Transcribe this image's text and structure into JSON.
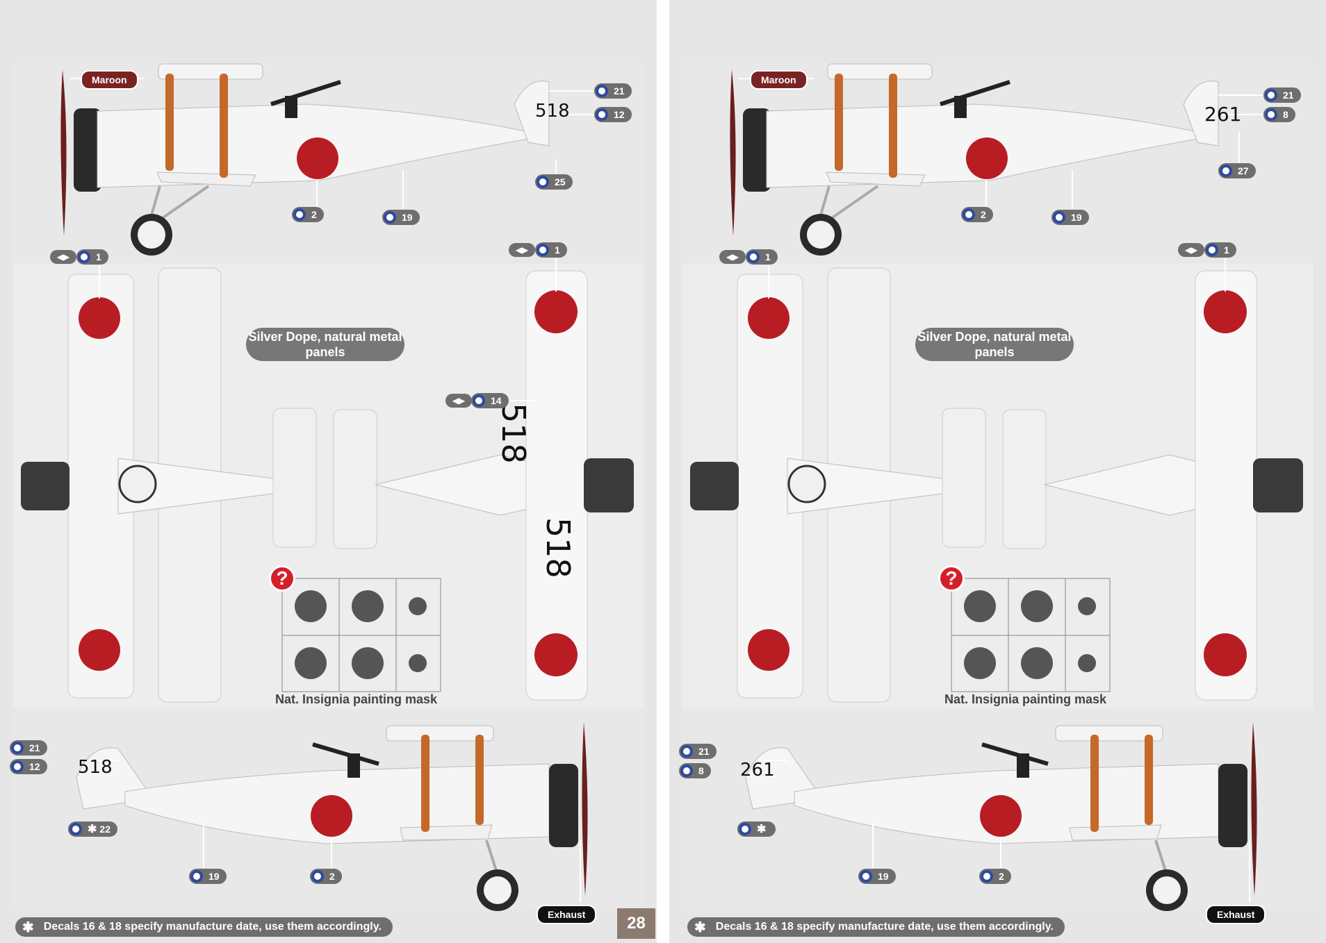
{
  "page": {
    "number": "28"
  },
  "colors": {
    "hinomaru": "#b81d24",
    "maroon": "#7a2323",
    "callout_ring": "#2e4a9e",
    "panel_bg": "#e6e6e6",
    "strut_orange": "#c4692a"
  },
  "left": {
    "labels": {
      "maroon": "Maroon",
      "exhaust": "Exhaust",
      "finish": "Silver Dope, natural metal panels",
      "mask": "Nat. Insignia painting mask"
    },
    "serials": {
      "main": "518",
      "wing": "518",
      "wing2": "518"
    },
    "callouts_top": [
      "21",
      "12",
      "25",
      "2",
      "19"
    ],
    "callouts_mid": [
      "1",
      "1",
      "14"
    ],
    "callouts_bottom": [
      "21",
      "12",
      "22",
      "19",
      "2"
    ],
    "footnote": "Decals 16 & 18 specify manufacture date, use them accordingly."
  },
  "right": {
    "labels": {
      "maroon": "Maroon",
      "exhaust": "Exhaust",
      "finish": "Silver Dope, natural metal panels",
      "mask": "Nat. Insignia painting mask"
    },
    "serials": {
      "main": "261"
    },
    "callouts_top": [
      "21",
      "8",
      "27",
      "2",
      "19"
    ],
    "callouts_mid": [
      "1",
      "1"
    ],
    "callouts_bottom": [
      "21",
      "8",
      "19",
      "2"
    ],
    "footnote": "Decals 16 & 18 specify manufacture date, use them accordingly."
  }
}
